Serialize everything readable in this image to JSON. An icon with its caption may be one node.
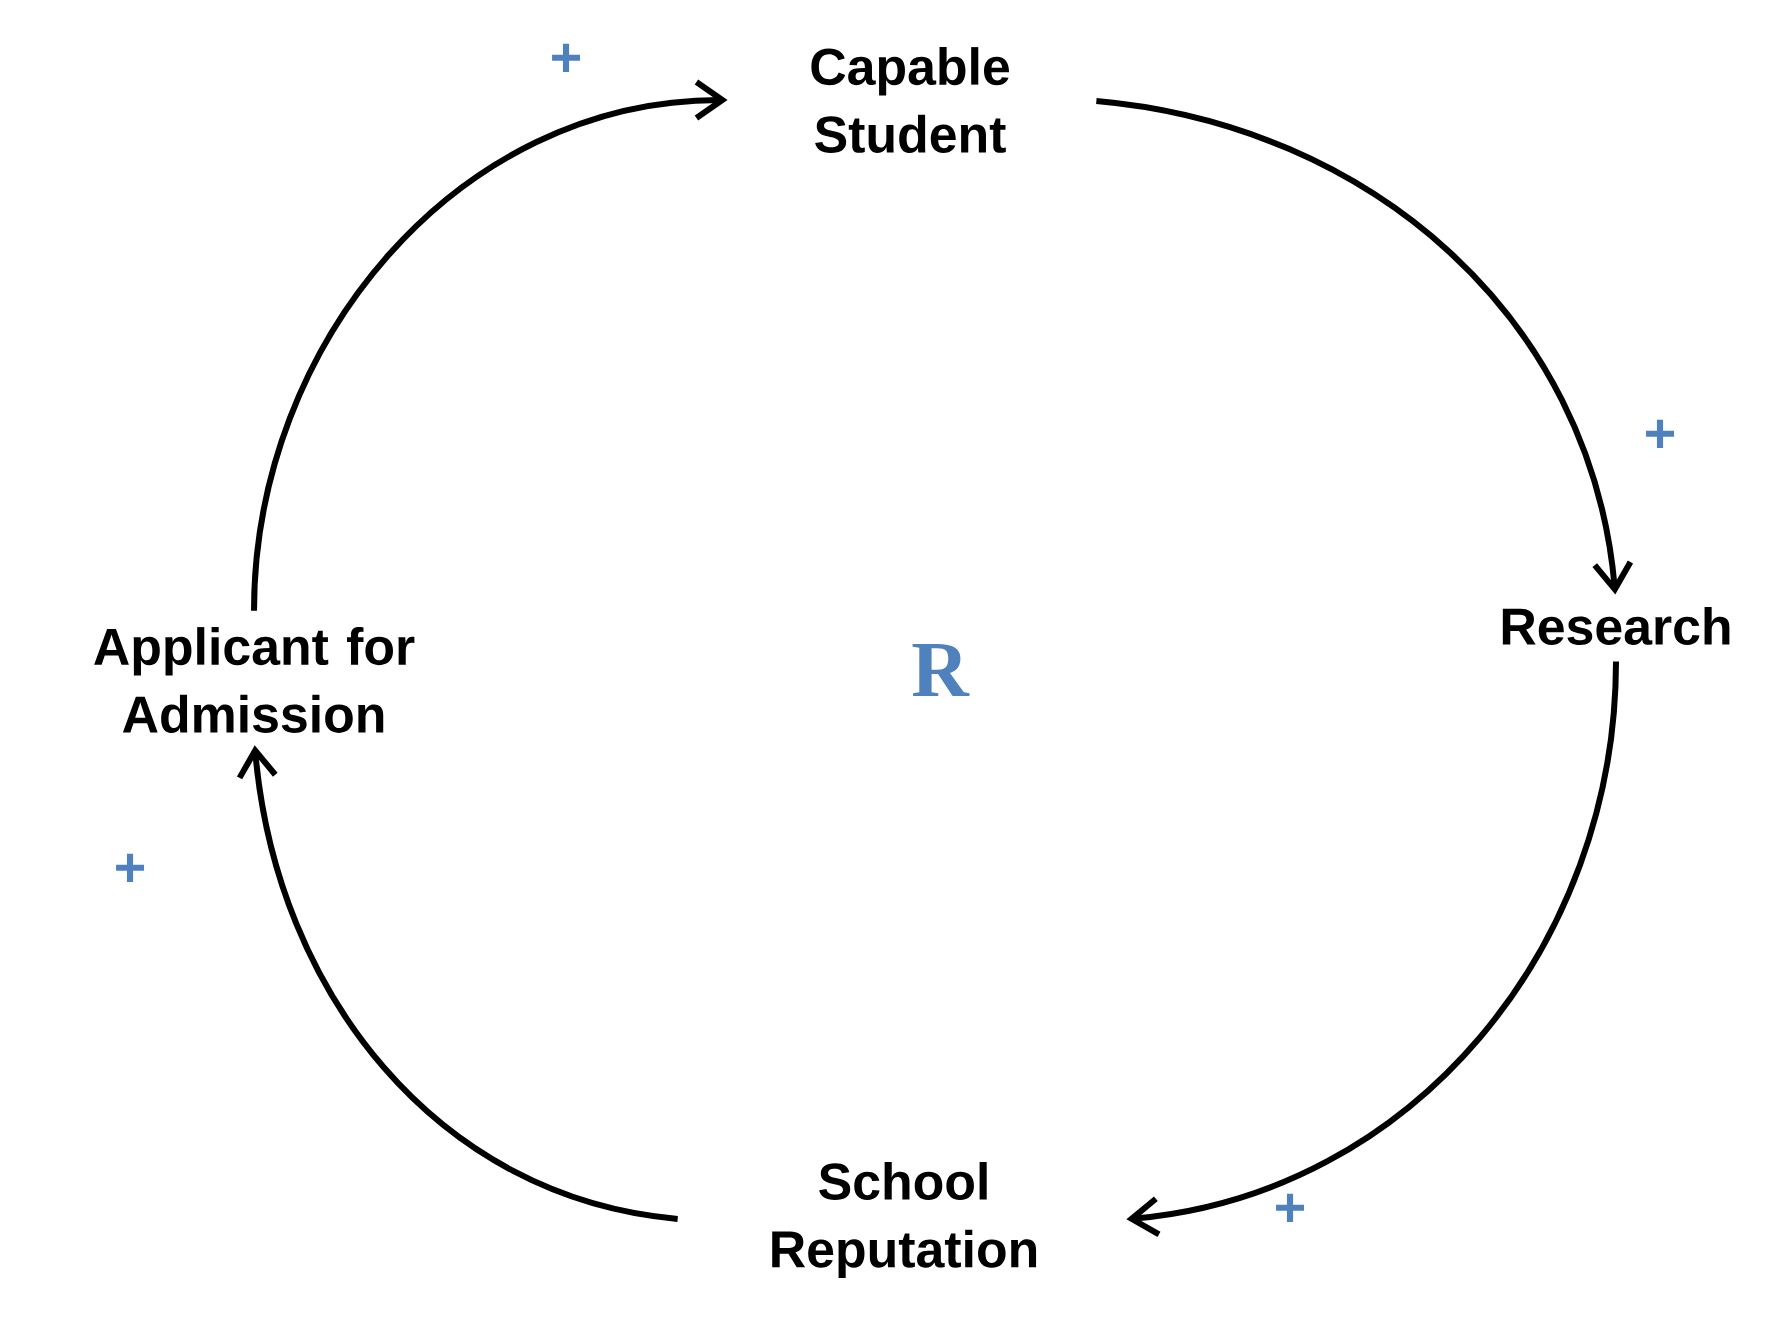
{
  "diagram": {
    "nodes": [
      {
        "text": [
          "Capable Student"
        ]
      },
      {
        "text": [
          "Research"
        ]
      },
      {
        "text": [
          "School Reputation"
        ]
      },
      {
        "text": [
          "Applicant for Admission"
        ]
      }
    ],
    "edges": [
      {
        "from": 0,
        "to": 1,
        "arrow": "to",
        "label": "+"
      },
      {
        "from": 1,
        "to": 2,
        "arrow": "to",
        "label": "+"
      },
      {
        "from": 2,
        "to": 3,
        "arrow": "to",
        "label": "+"
      },
      {
        "from": 3,
        "to": 0,
        "arrow": "to",
        "label": "+"
      }
    ],
    "labels": [
      "R"
    ]
  }
}
